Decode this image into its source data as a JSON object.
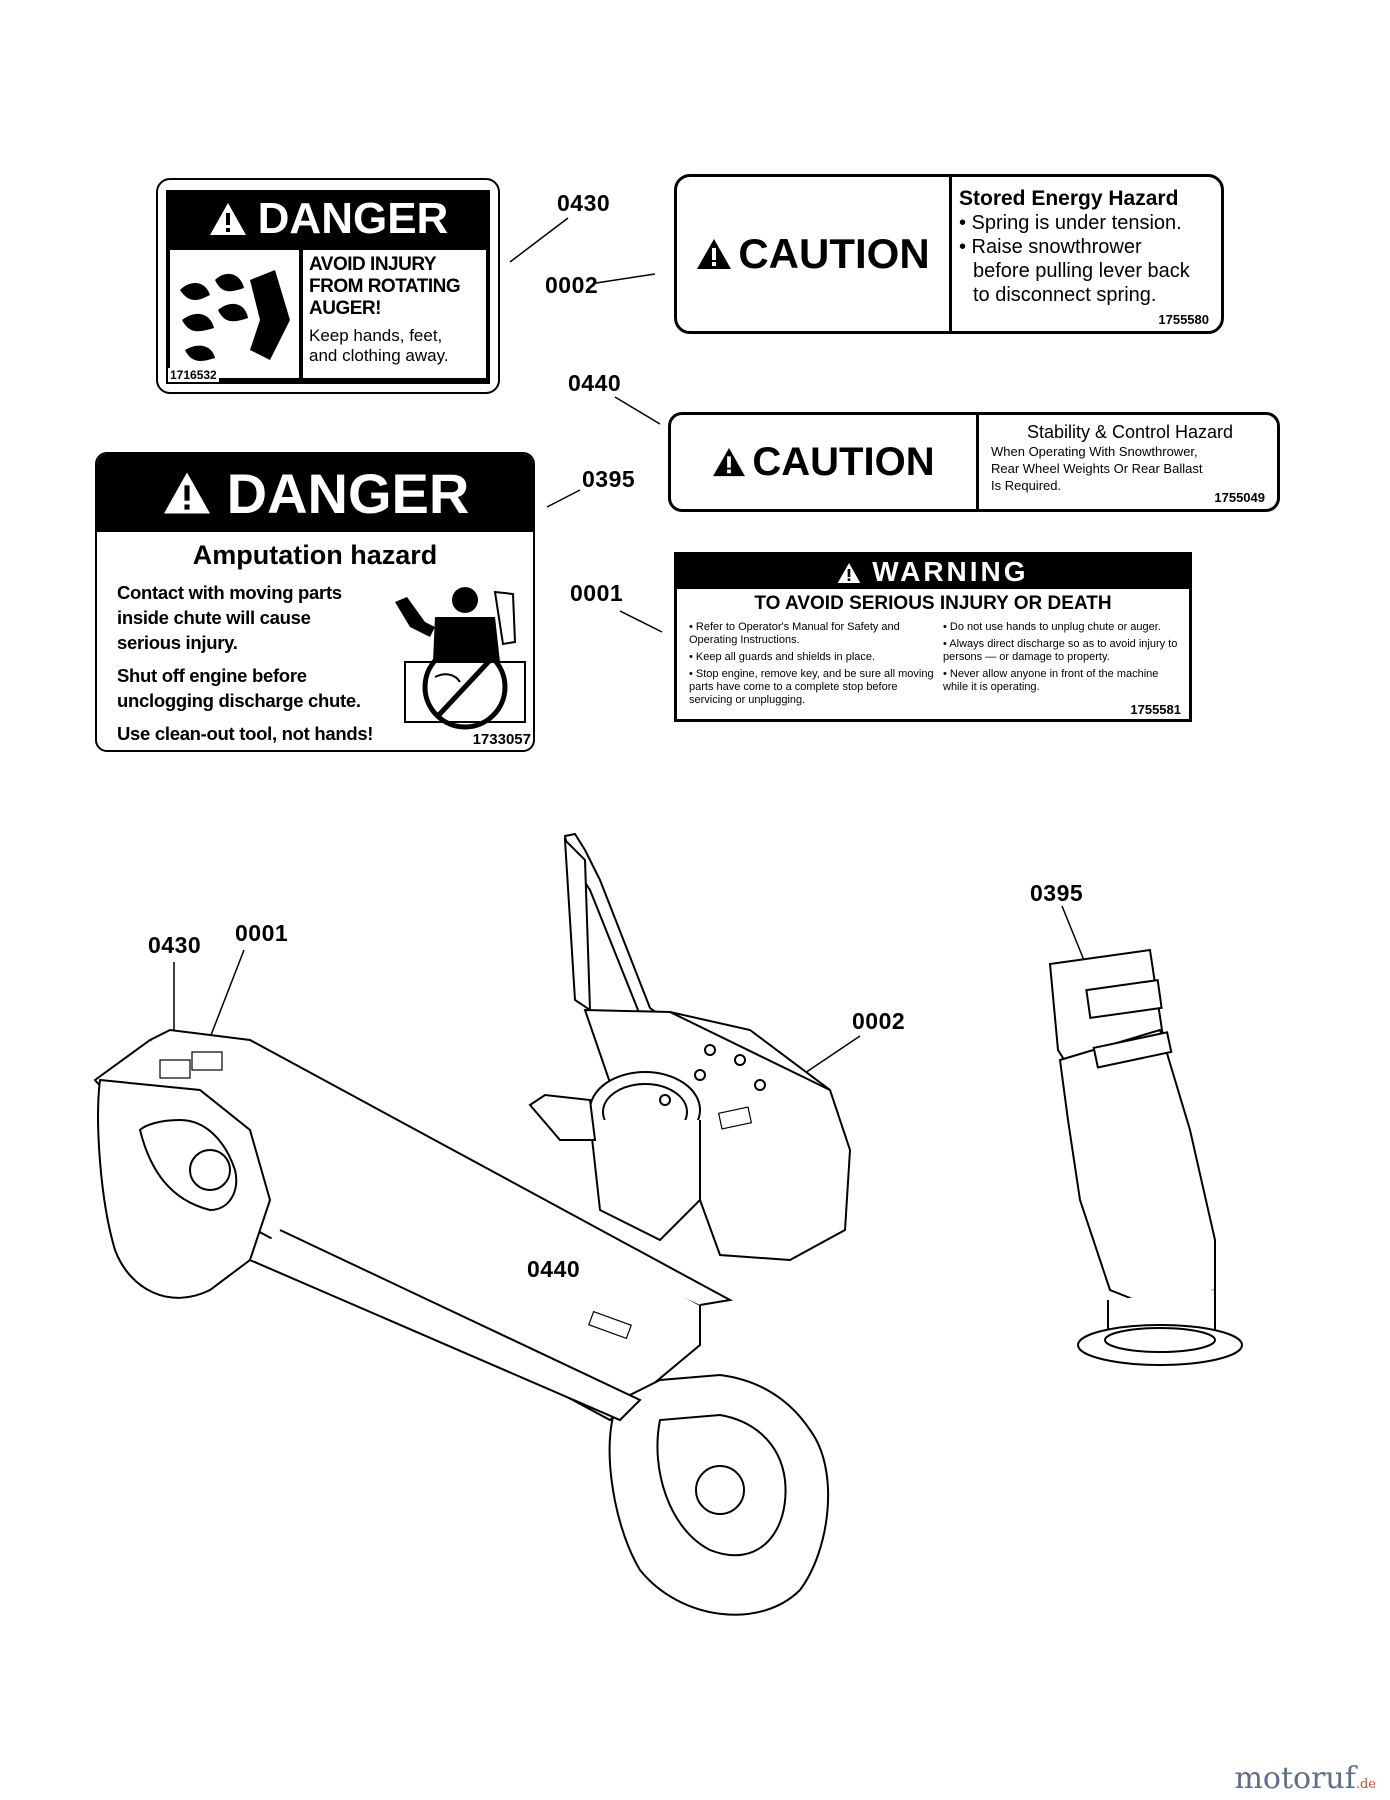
{
  "callouts": {
    "c0430_top": "0430",
    "c0002_top": "0002",
    "c0440_top": "0440",
    "c0395_top": "0395",
    "c0001_top": "0001",
    "c0430_bottom": "0430",
    "c0001_bottom": "0001",
    "c0002_bottom": "0002",
    "c0440_bottom": "0440",
    "c0395_bottom": "0395"
  },
  "decal_0430": {
    "header": "DANGER",
    "title_lines": [
      "AVOID INJURY",
      "FROM ROTATING",
      "AUGER!"
    ],
    "body_lines": [
      "Keep hands, feet,",
      "and clothing away."
    ],
    "part_number": "1716532"
  },
  "decal_0002": {
    "header": "CAUTION",
    "title": "Stored Energy Hazard",
    "bullet1": "• Spring is under tension.",
    "bullet2_line1": "• Raise snowthrower",
    "bullet2_line2": "before pulling lever back",
    "bullet2_line3": "to disconnect spring.",
    "part_number": "1755580"
  },
  "decal_0440": {
    "header": "CAUTION",
    "title": "Stability & Control Hazard",
    "line1": "When Operating With Snowthrower,",
    "line2": "Rear Wheel Weights Or Rear Ballast",
    "line3": "Is Required.",
    "part_number": "1755049"
  },
  "decal_0395": {
    "header": "DANGER",
    "title": "Amputation hazard",
    "para1": [
      "Contact with moving parts",
      "inside chute will cause",
      "serious injury."
    ],
    "para2": [
      "Shut off engine before",
      "unclogging discharge chute."
    ],
    "para3": [
      "Use clean-out tool, not hands!"
    ],
    "part_number": "1733057"
  },
  "decal_0001": {
    "header": "WARNING",
    "title": "TO AVOID SERIOUS INJURY OR DEATH",
    "left": [
      "• Refer to Operator's Manual for Safety and Operating Instructions.",
      "• Keep all guards and shields in place.",
      "• Stop engine, remove key, and be sure all moving parts have come to a complete stop before servicing or unplugging."
    ],
    "right": [
      "• Do not use hands to unplug chute or auger.",
      "• Always direct discharge so as to avoid injury to persons — or damage to property.",
      "• Never allow anyone in front of the machine while it is operating."
    ],
    "part_number": "1755581"
  },
  "watermark": {
    "text": "motoruf",
    "suffix": ".de"
  }
}
